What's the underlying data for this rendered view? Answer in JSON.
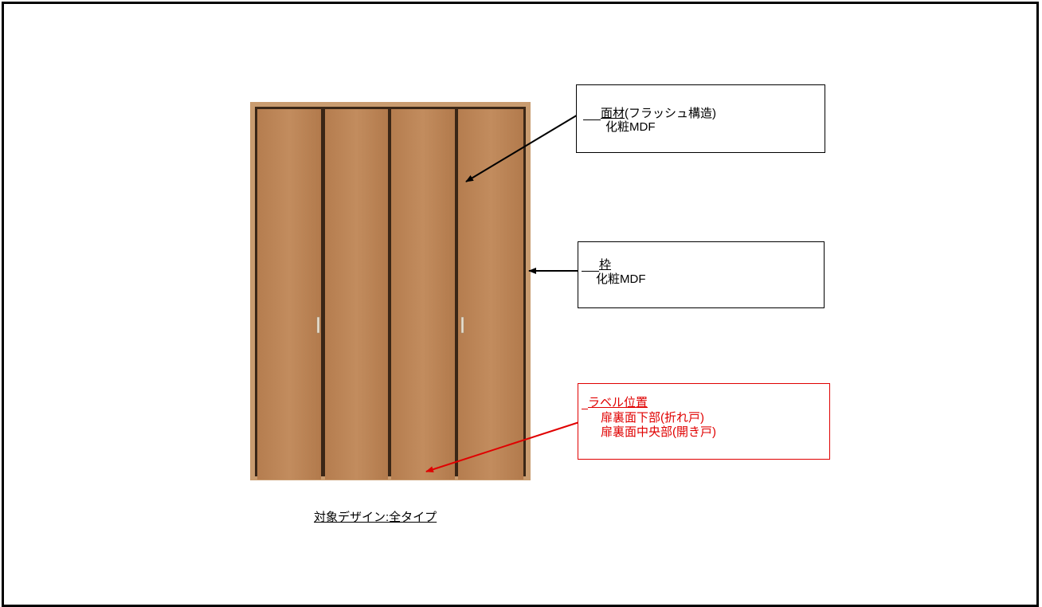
{
  "callouts": {
    "face": {
      "title": "面材",
      "title_suffix": "(フラッシュ構造)",
      "material": "化粧MDF"
    },
    "frame": {
      "title": "枠",
      "material": "化粧MDF"
    },
    "label": {
      "title": "ラベル位置",
      "line1": "扉裏面下部(折れ戸)",
      "line2": "扉裏面中央部(開き戸)"
    }
  },
  "caption": "対象デザイン:全タイプ",
  "colors": {
    "door_wood": "#bd8656",
    "frame_wood": "#c79a6e",
    "accent_red": "#e00000"
  },
  "icons": [
    "door-illustration",
    "arrow-icon"
  ]
}
